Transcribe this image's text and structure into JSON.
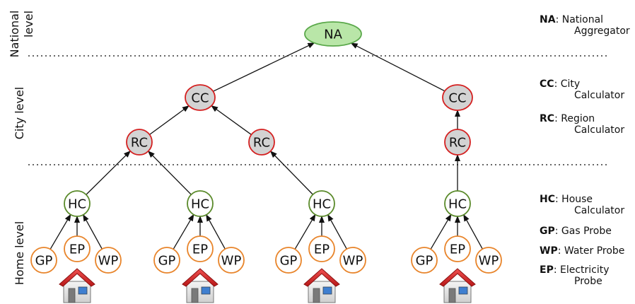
{
  "levels": {
    "national": [
      "National",
      "level"
    ],
    "city": "City level",
    "home": "Home level"
  },
  "nodes": {
    "na": "NA",
    "cc": "CC",
    "rc": "RC",
    "hc": "HC",
    "gp": "GP",
    "ep": "EP",
    "wp": "WP"
  },
  "legend": [
    {
      "abbr": "NA",
      "line1": "National",
      "line2": "Aggregator"
    },
    {
      "abbr": "CC",
      "line1": "City",
      "line2": "Calculator"
    },
    {
      "abbr": "RC",
      "line1": "Region",
      "line2": "Calculator"
    },
    {
      "abbr": "HC",
      "line1": "House",
      "line2": "Calculator"
    },
    {
      "abbr": "GP",
      "line1": "Gas Probe",
      "line2": ""
    },
    {
      "abbr": "WP",
      "line1": "Water Probe",
      "line2": ""
    },
    {
      "abbr": "EP",
      "line1": "Electricity",
      "line2": "Probe"
    }
  ],
  "colors": {
    "aggregator_fill": "#b9e6a8",
    "aggregator_stroke": "#5aa84a",
    "calculator_fill": "#d3d3d3",
    "calculator_stroke": "#d42020",
    "house_stroke": "#5a8a2a",
    "probe_stroke": "#e8842a",
    "roof": "#d42a2a"
  }
}
